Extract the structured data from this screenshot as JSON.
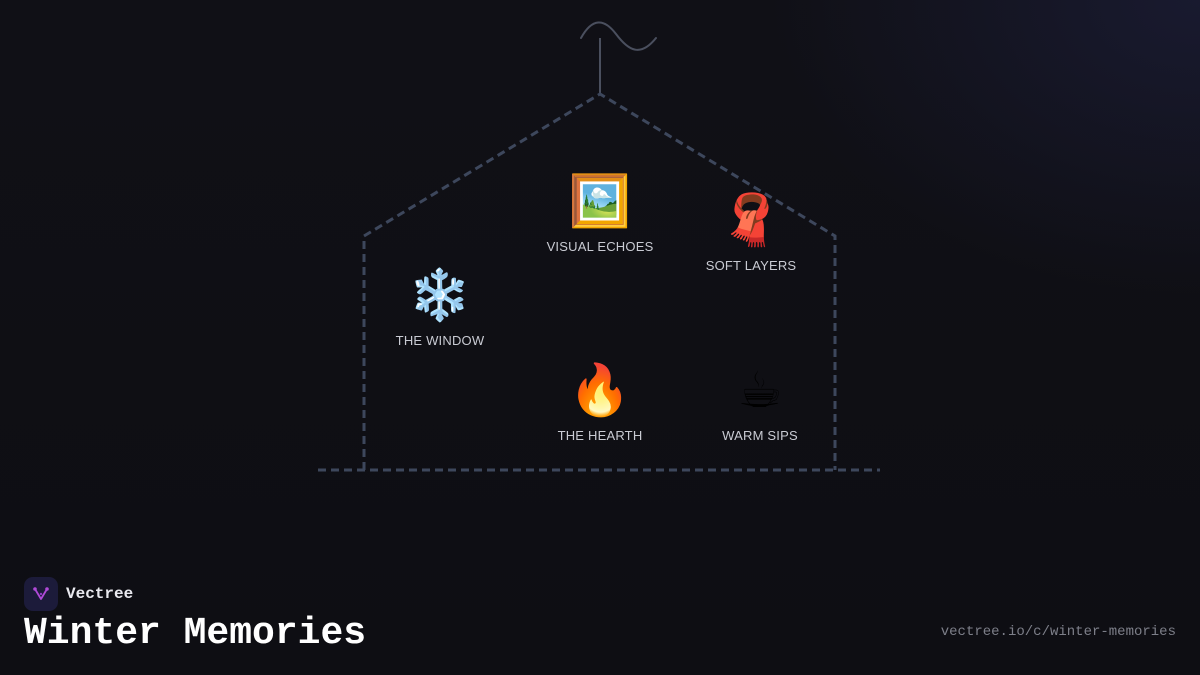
{
  "brand": {
    "name": "Vectree",
    "logo_icon": "vectree-logo-icon",
    "accent_color": "#b04ad8"
  },
  "page": {
    "title": "Winter Memories",
    "url": "vectree.io/c/winter-memories"
  },
  "house": {
    "outline_color": "#3d475c",
    "items": [
      {
        "emoji": "🖼️",
        "icon": "framed-picture-icon",
        "label": "VISUAL ECHOES"
      },
      {
        "emoji": "🧣",
        "icon": "scarf-icon",
        "label": "SOFT LAYERS"
      },
      {
        "emoji": "❄️",
        "icon": "snowflake-icon",
        "label": "THE WINDOW"
      },
      {
        "emoji": "🔥",
        "icon": "fire-icon",
        "label": "THE HEARTH"
      },
      {
        "emoji": "☕",
        "icon": "hot-beverage-icon",
        "label": "WARM SIPS"
      }
    ]
  }
}
